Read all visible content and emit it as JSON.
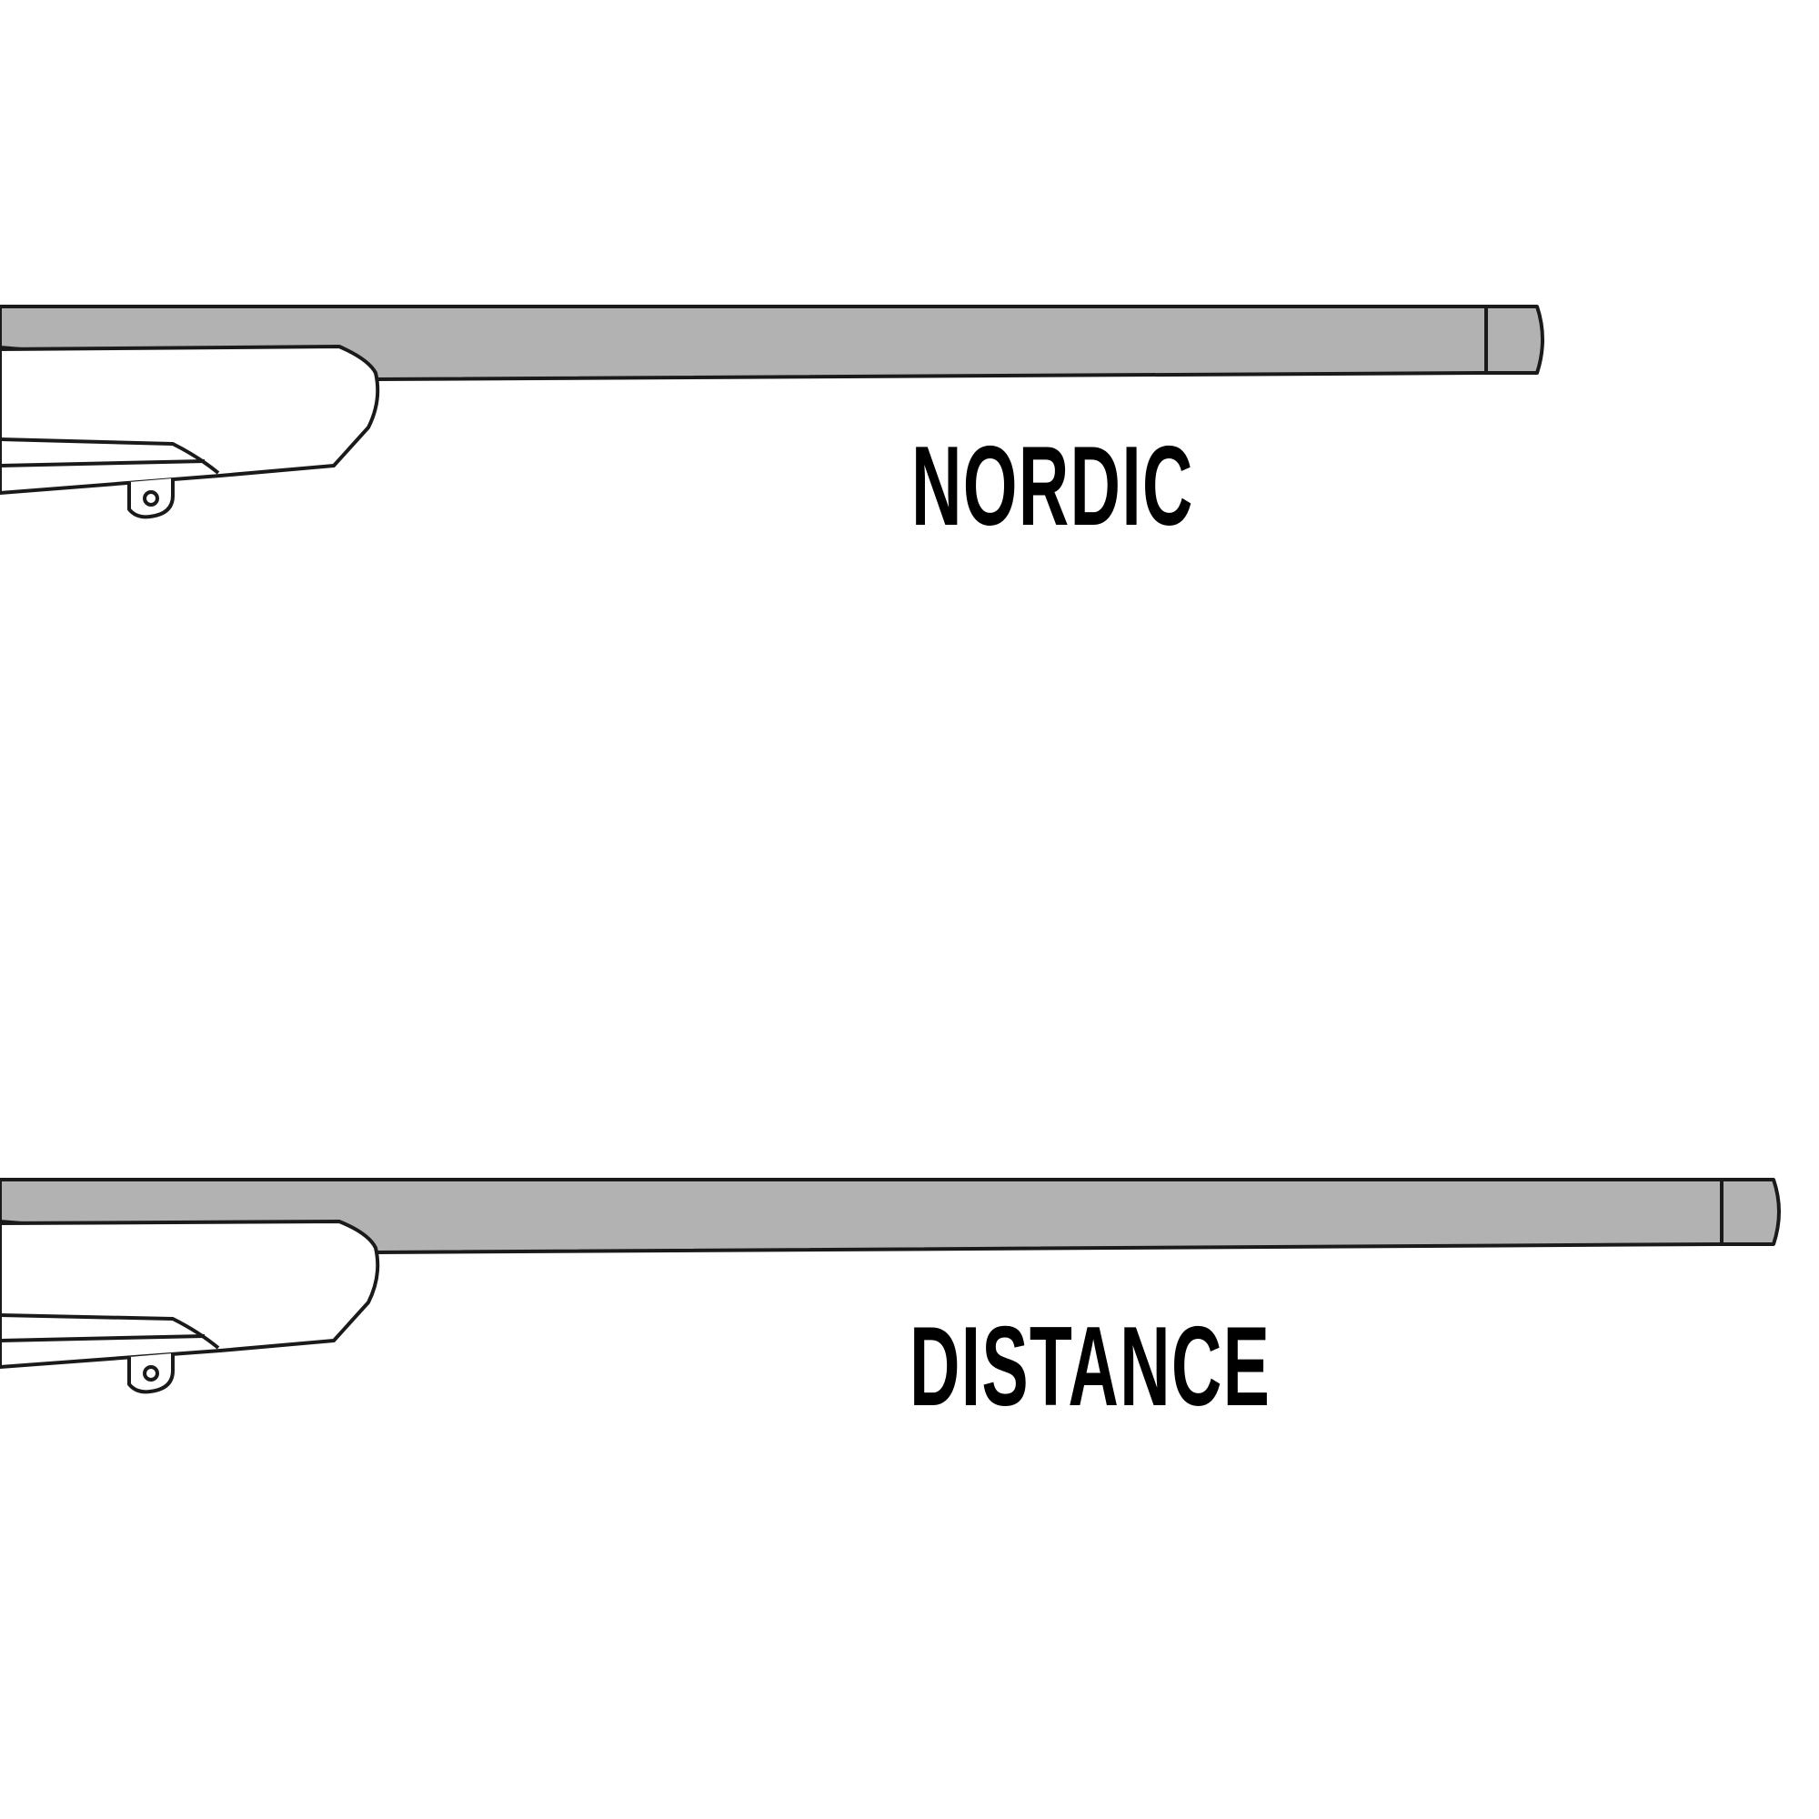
{
  "colors": {
    "barrel_fill": "#b2b2b2",
    "outline": "#1a1a1a",
    "background": "#ffffff",
    "label": "#000000"
  },
  "rifles": [
    {
      "label": "NORDIC",
      "barrel_length": "shorter"
    },
    {
      "label": "DISTANCE",
      "barrel_length": "longer"
    }
  ]
}
